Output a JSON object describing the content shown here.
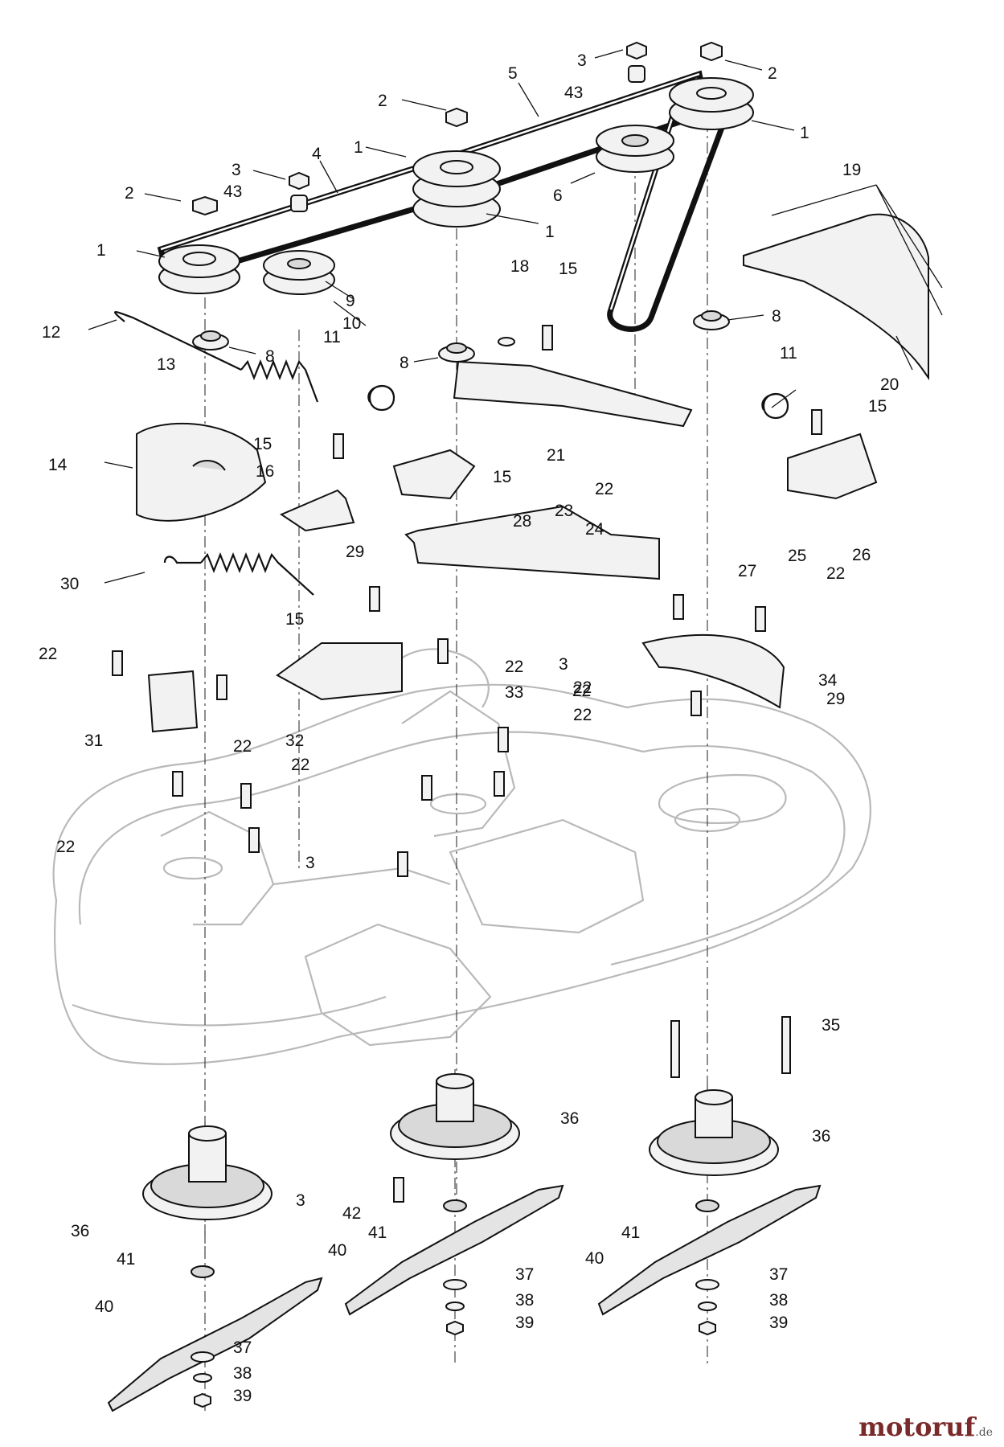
{
  "diagram": {
    "callouts": [
      {
        "label": "1"
      },
      {
        "label": "1"
      },
      {
        "label": "1"
      },
      {
        "label": "1"
      },
      {
        "label": "2"
      },
      {
        "label": "2"
      },
      {
        "label": "2"
      },
      {
        "label": "3"
      },
      {
        "label": "3"
      },
      {
        "label": "3"
      },
      {
        "label": "3"
      },
      {
        "label": "3"
      },
      {
        "label": "4"
      },
      {
        "label": "5"
      },
      {
        "label": "6"
      },
      {
        "label": "8"
      },
      {
        "label": "8"
      },
      {
        "label": "8"
      },
      {
        "label": "9"
      },
      {
        "label": "10"
      },
      {
        "label": "11"
      },
      {
        "label": "11"
      },
      {
        "label": "12"
      },
      {
        "label": "13"
      },
      {
        "label": "14"
      },
      {
        "label": "15"
      },
      {
        "label": "15"
      },
      {
        "label": "15"
      },
      {
        "label": "15"
      },
      {
        "label": "15"
      },
      {
        "label": "16"
      },
      {
        "label": "18"
      },
      {
        "label": "19"
      },
      {
        "label": "20"
      },
      {
        "label": "21"
      },
      {
        "label": "22"
      },
      {
        "label": "22"
      },
      {
        "label": "22"
      },
      {
        "label": "22"
      },
      {
        "label": "22"
      },
      {
        "label": "22"
      },
      {
        "label": "22"
      },
      {
        "label": "22"
      },
      {
        "label": "22"
      },
      {
        "label": "22"
      },
      {
        "label": "23"
      },
      {
        "label": "24"
      },
      {
        "label": "25"
      },
      {
        "label": "26"
      },
      {
        "label": "27"
      },
      {
        "label": "28"
      },
      {
        "label": "29"
      },
      {
        "label": "29"
      },
      {
        "label": "30"
      },
      {
        "label": "31"
      },
      {
        "label": "32"
      },
      {
        "label": "33"
      },
      {
        "label": "34"
      },
      {
        "label": "35"
      },
      {
        "label": "36"
      },
      {
        "label": "36"
      },
      {
        "label": "36"
      },
      {
        "label": "37"
      },
      {
        "label": "37"
      },
      {
        "label": "37"
      },
      {
        "label": "38"
      },
      {
        "label": "38"
      },
      {
        "label": "38"
      },
      {
        "label": "39"
      },
      {
        "label": "39"
      },
      {
        "label": "39"
      },
      {
        "label": "40"
      },
      {
        "label": "40"
      },
      {
        "label": "40"
      },
      {
        "label": "41"
      },
      {
        "label": "41"
      },
      {
        "label": "41"
      },
      {
        "label": "42"
      },
      {
        "label": "43"
      },
      {
        "label": "43"
      }
    ]
  },
  "watermark": {
    "name": "motoruf",
    "suffix": ".de"
  }
}
